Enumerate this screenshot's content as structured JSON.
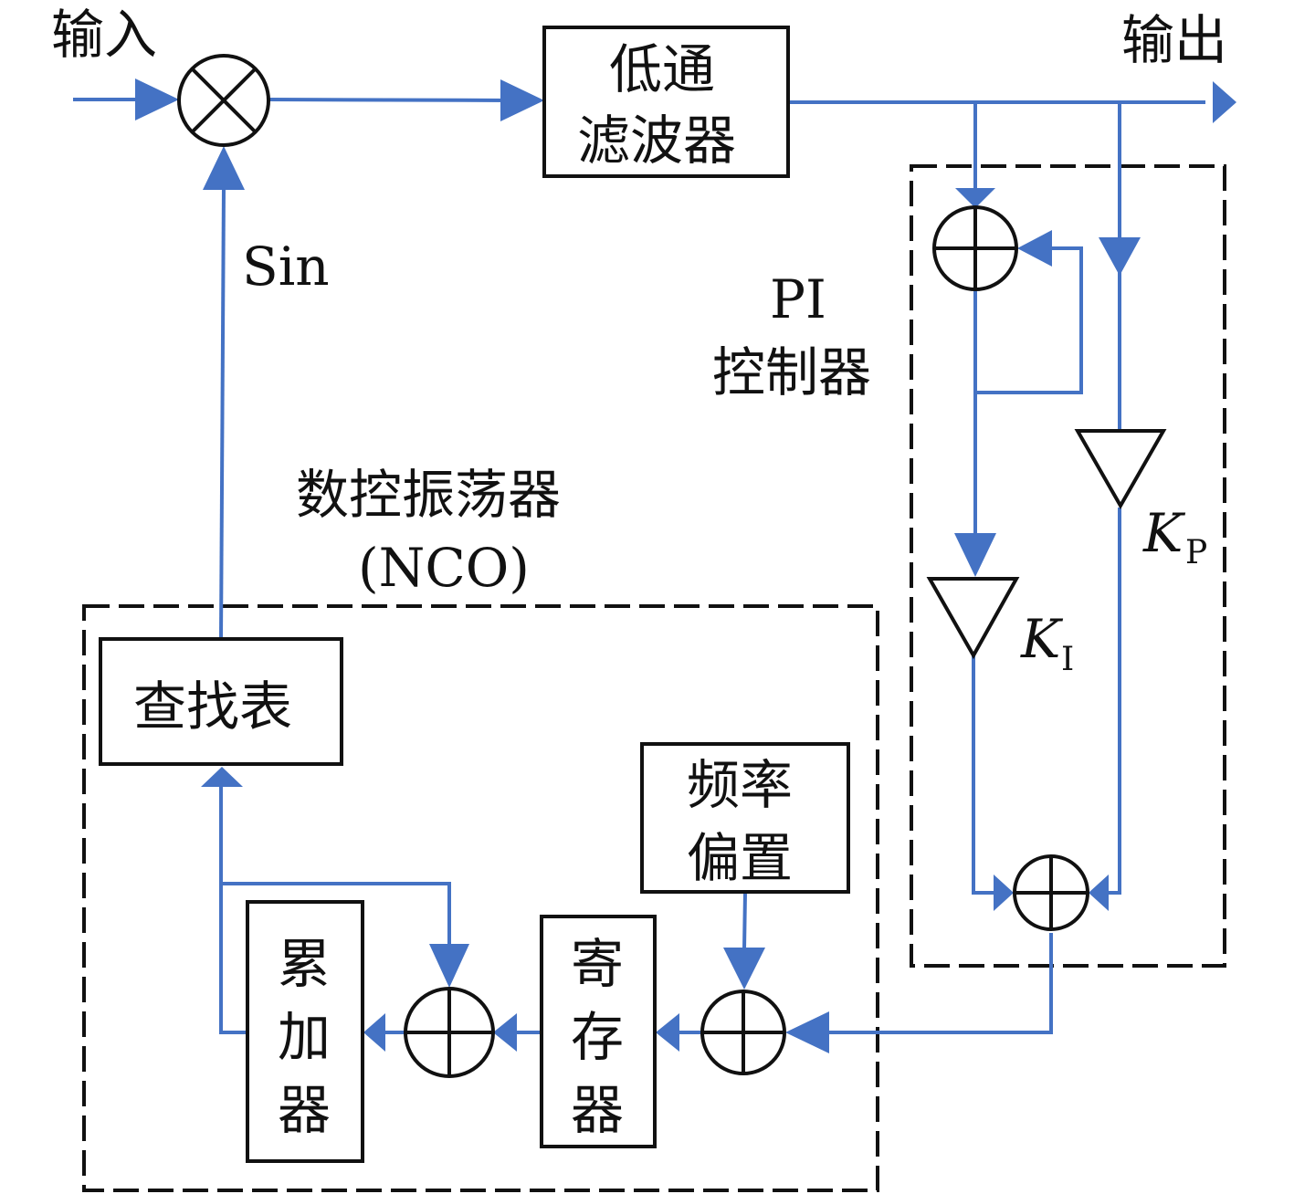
{
  "colors": {
    "wire": "#4472C4",
    "outline": "#111111"
  },
  "labels": {
    "input": "输入",
    "output": "输出",
    "sin": "Sin",
    "lowpass_line1": "低通",
    "lowpass_line2": "滤波器",
    "pi_line1": "PI",
    "pi_line2": "控制器",
    "nco_line1": "数控振荡器",
    "nco_line2": "(NCO)",
    "lookup": "查找表",
    "freq_line1": "频率",
    "freq_line2": "偏置",
    "register_chars": [
      "寄",
      "存",
      "器"
    ],
    "accumulator_chars": [
      "累",
      "加",
      "器"
    ],
    "ki_main": "K",
    "ki_sub": "I",
    "kp_main": "K",
    "kp_sub": "P"
  },
  "icons": {
    "mixer": "multiply-circle-icon",
    "adder": "plus-circle-icon",
    "gain": "triangle-amplifier-icon"
  }
}
